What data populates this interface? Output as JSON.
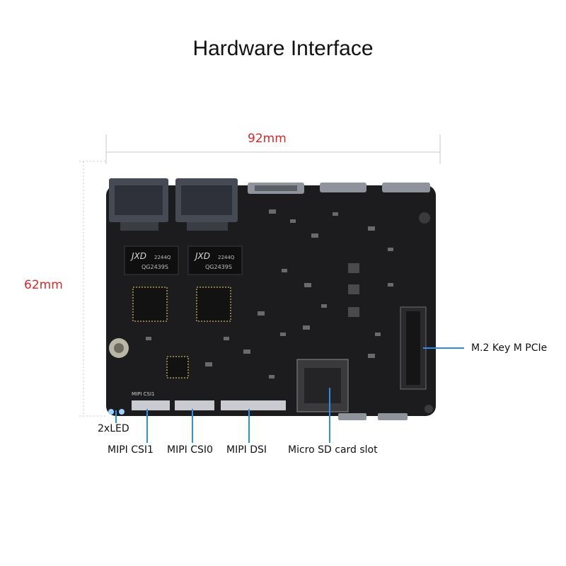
{
  "title": "Hardware Interface",
  "dimensions": {
    "width": "92mm",
    "height": "62mm"
  },
  "callouts": {
    "led": "2xLED",
    "mipi_csi1": "MIPI CSI1",
    "mipi_csi0": "MIPI CSI0",
    "mipi_dsi": "MIPI DSI",
    "sd_slot": "Micro SD card slot",
    "m2_slot": "M.2 Key M PCIe"
  },
  "board_marks": {
    "chip_brand": "JXD",
    "chip_code_a": "2244Q",
    "chip_code_b": "QG2439S",
    "silk_csi": "MIPI CSI1"
  },
  "colors": {
    "board": "#1c1c1e",
    "leader": "#2c8fe6",
    "dimension_text": "#d42a2a",
    "width_text": "#d42a2a"
  }
}
